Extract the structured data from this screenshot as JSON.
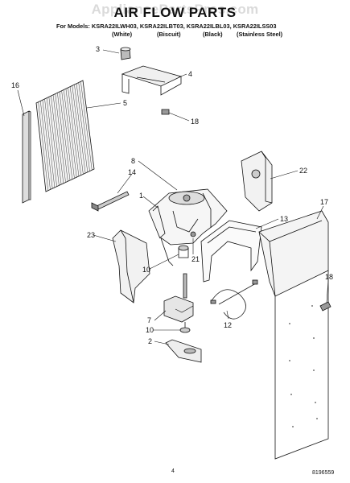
{
  "title": "AIR FLOW PARTS",
  "watermark": "AppliancePartsPros.com",
  "models_line": "For Models: KSRA22ILWH03, KSRA22ILBT03, KSRA22ILBL03, KSRA22ILSS03",
  "variants": [
    "(White)",
    "(Biscuit)",
    "(Black)",
    "(Stainless Steel)"
  ],
  "callouts": [
    "3",
    "4",
    "16",
    "5",
    "18",
    "8",
    "22",
    "14",
    "1",
    "17",
    "13",
    "23",
    "21",
    "10",
    "18",
    "7",
    "10",
    "12",
    "2"
  ],
  "page_number": "4",
  "doc_number": "8196559"
}
